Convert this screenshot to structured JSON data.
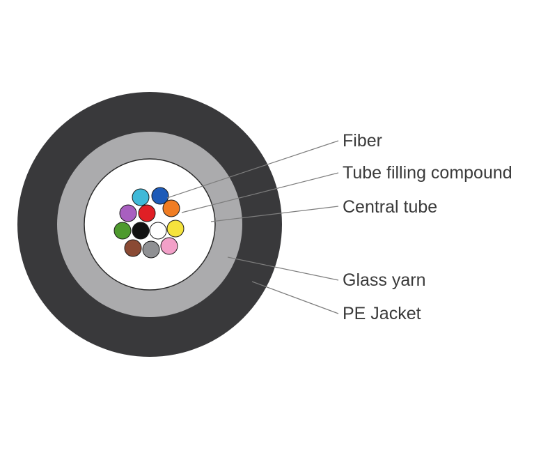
{
  "diagram": {
    "type": "cable-cross-section",
    "colors": {
      "background": "#ffffff",
      "pe_jacket": "#39393b",
      "glass_yarn": "#ababad",
      "central_tube_fill": "#ffffff",
      "central_tube_stroke": "#2a2a2a",
      "leader_line": "#7d7d7d",
      "label_text": "#3a3a3a"
    },
    "fibers": [
      {
        "name": "aqua",
        "color": "#3fb9d8"
      },
      {
        "name": "blue",
        "color": "#1e5bb8"
      },
      {
        "name": "violet",
        "color": "#a85fc0"
      },
      {
        "name": "red",
        "color": "#e01f25"
      },
      {
        "name": "orange",
        "color": "#f07d23"
      },
      {
        "name": "green",
        "color": "#4e9a2e"
      },
      {
        "name": "black",
        "color": "#111111"
      },
      {
        "name": "white",
        "color": "#ffffff"
      },
      {
        "name": "yellow",
        "color": "#f5e33d"
      },
      {
        "name": "brown",
        "color": "#8a4a34"
      },
      {
        "name": "slate",
        "color": "#8f9093"
      },
      {
        "name": "rose",
        "color": "#f2a0c8"
      }
    ],
    "labels": [
      {
        "text": "Fiber"
      },
      {
        "text": "Tube filling compound"
      },
      {
        "text": "Central tube"
      },
      {
        "text": "Glass yarn"
      },
      {
        "text": "PE Jacket"
      }
    ]
  }
}
